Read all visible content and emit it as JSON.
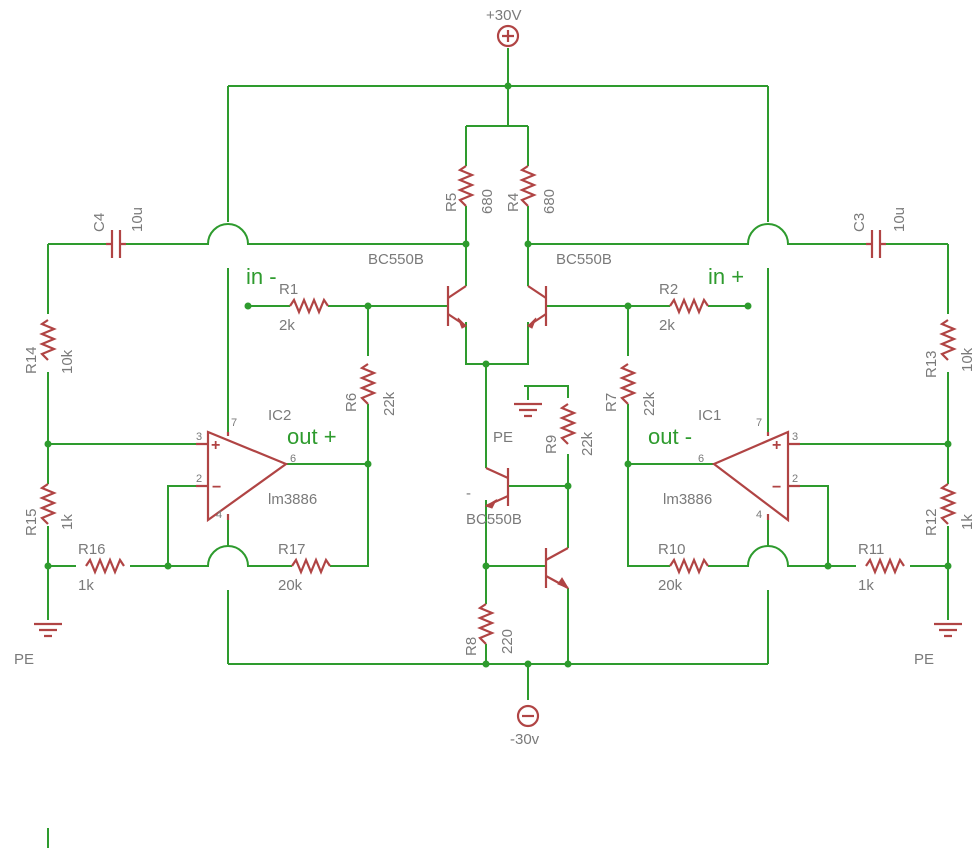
{
  "supplies": {
    "positive": "+30V",
    "negative": "-30v",
    "ground_left": "PE",
    "ground_right": "PE",
    "ground_mid": "PE"
  },
  "nets": {
    "in_minus": "in -",
    "in_plus": "in +",
    "out_plus": "out +",
    "out_minus": "out -"
  },
  "ic2": {
    "name": "IC2",
    "value": "lm3886",
    "pin_plus": "+",
    "pin_minus": "−",
    "pin3": "3",
    "pin2": "2",
    "pin4": "4",
    "pin6": "6",
    "pin7": "7"
  },
  "ic1": {
    "name": "IC1",
    "value": "lm3886",
    "pin_plus": "+",
    "pin_minus": "−",
    "pin3": "3",
    "pin2": "2",
    "pin4": "4",
    "pin6": "6",
    "pin7": "7"
  },
  "resistors": {
    "r1": {
      "name": "R1",
      "value": "2k"
    },
    "r2": {
      "name": "R2",
      "value": "2k"
    },
    "r4": {
      "name": "R4",
      "value": "680"
    },
    "r5": {
      "name": "R5",
      "value": "680"
    },
    "r6": {
      "name": "R6",
      "value": "22k"
    },
    "r7": {
      "name": "R7",
      "value": "22k"
    },
    "r8": {
      "name": "R8",
      "value": "220"
    },
    "r9": {
      "name": "R9",
      "value": "22k"
    },
    "r10": {
      "name": "R10",
      "value": "20k"
    },
    "r11": {
      "name": "R11",
      "value": "1k"
    },
    "r12": {
      "name": "R12",
      "value": "1k"
    },
    "r13": {
      "name": "R13",
      "value": "10k"
    },
    "r14": {
      "name": "R14",
      "value": "10k"
    },
    "r15": {
      "name": "R15",
      "value": "1k"
    },
    "r16": {
      "name": "R16",
      "value": "1k"
    },
    "r17": {
      "name": "R17",
      "value": "20k"
    }
  },
  "capacitors": {
    "c3": {
      "name": "C3",
      "value": "10u"
    },
    "c4": {
      "name": "C4",
      "value": "10u"
    }
  },
  "transistors": {
    "q_left": {
      "value": "BC550B"
    },
    "q_right": {
      "value": "BC550B"
    },
    "q_source": {
      "value": "BC550B"
    },
    "q_source_mark": "-"
  },
  "colors": {
    "wire": "#2e9b2e",
    "part": "#b04444",
    "label": "#7a7a7a"
  }
}
